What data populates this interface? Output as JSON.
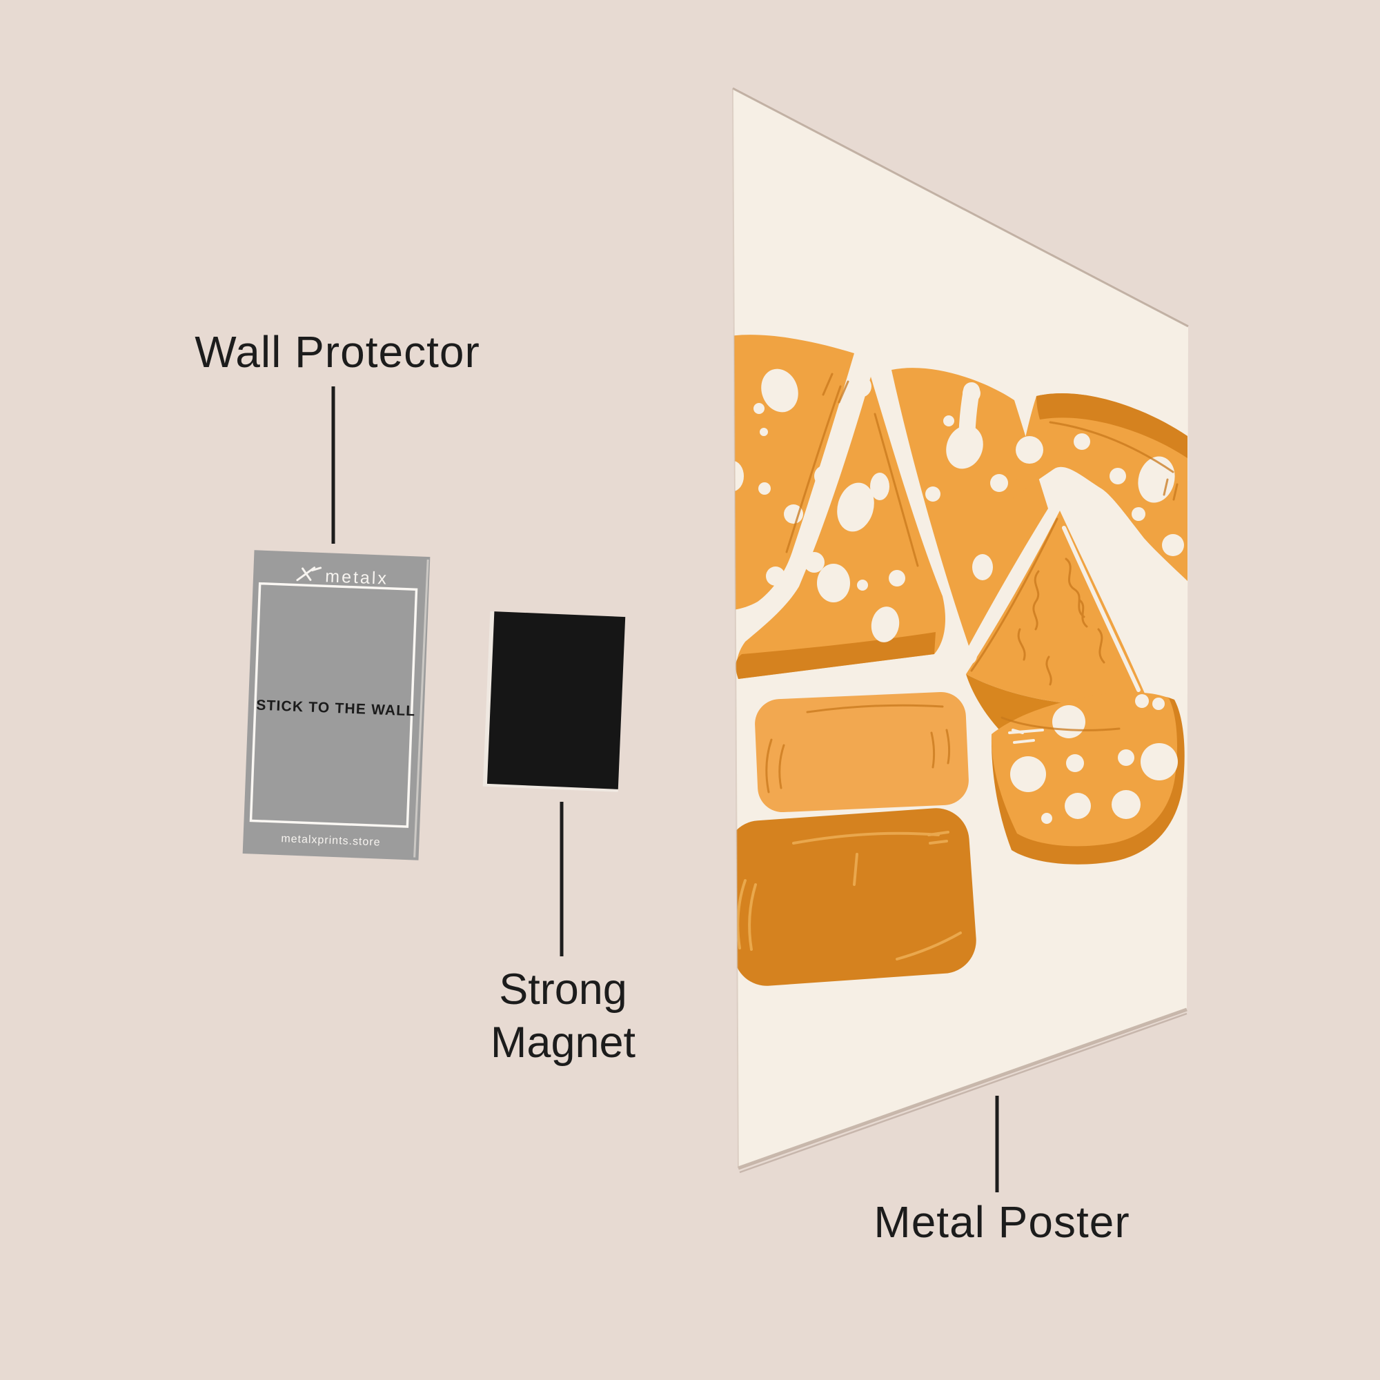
{
  "colors": {
    "wall": "#E7DAD2",
    "poster": "#F6EFE5",
    "text": "#1C1C1C",
    "card": "#9C9C9C",
    "card_text_light": "#F7F4F0",
    "magnet": "#161616",
    "magnet_edge": "#EFE8E1",
    "cheese": "#F0A342",
    "cheese_light": "#F2A850",
    "cheese_mid": "#D8861F",
    "cheese_dark": "#D5821F",
    "cheese_line": "#C8781C",
    "cheese_light_line": "#ECAC52"
  },
  "labels": {
    "wall_protector": "Wall Protector",
    "strong_magnet": "Strong Magnet",
    "metal_poster": "Metal Poster"
  },
  "card": {
    "brand": "metalx",
    "message": "STICK TO THE WALL",
    "website": "metalxprints.store"
  }
}
